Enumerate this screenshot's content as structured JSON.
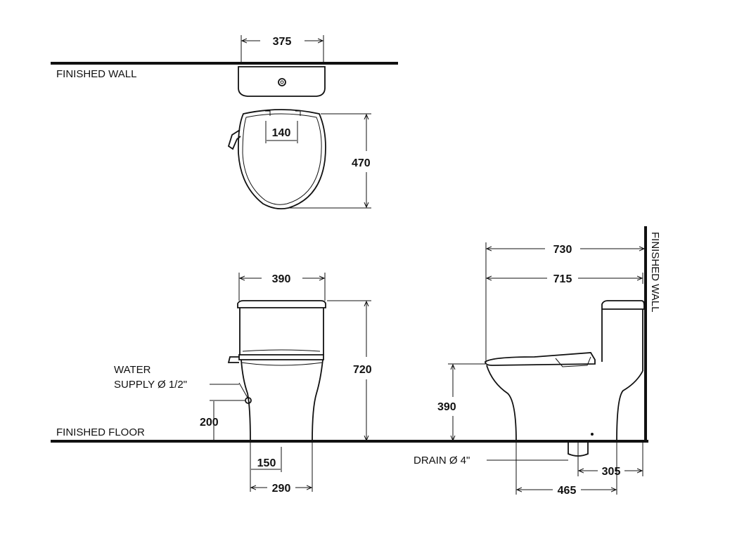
{
  "labels": {
    "finished_wall_top": "FINISHED WALL",
    "finished_wall_side": "FINISHED WALL",
    "finished_floor": "FINISHED FLOOR",
    "water_supply_line1": "WATER",
    "water_supply_line2": "SUPPLY Ø 1/2\"",
    "drain": "DRAIN Ø 4\""
  },
  "dimensions": {
    "top_tank_width": "375",
    "top_seat_hinge": "140",
    "top_depth": "470",
    "front_tank_width": "390",
    "front_height": "720",
    "front_supply_height": "200",
    "front_offset_150": "150",
    "front_base_290": "290",
    "side_total_length": "730",
    "side_seat_length": "715",
    "side_seat_height": "390",
    "side_drain_offset": "305",
    "side_base_465": "465"
  }
}
